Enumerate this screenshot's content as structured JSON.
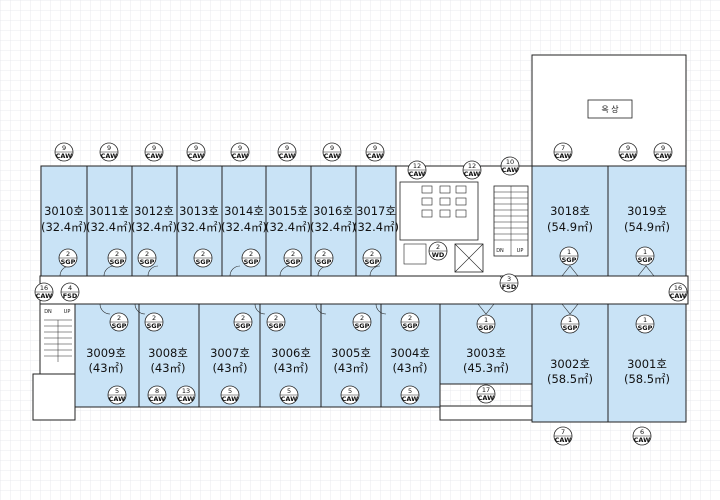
{
  "roof_label": "옥 상",
  "north_rooms": [
    {
      "id": "3010",
      "name": "3010호",
      "area": "(32.4㎡)"
    },
    {
      "id": "3011",
      "name": "3011호",
      "area": "(32.4㎡)"
    },
    {
      "id": "3012",
      "name": "3012호",
      "area": "(32.4㎡)"
    },
    {
      "id": "3013",
      "name": "3013호",
      "area": "(32.4㎡)"
    },
    {
      "id": "3014",
      "name": "3014호",
      "area": "(32.4㎡)"
    },
    {
      "id": "3015",
      "name": "3015호",
      "area": "(32.4㎡)"
    },
    {
      "id": "3016",
      "name": "3016호",
      "area": "(32.4㎡)"
    },
    {
      "id": "3017",
      "name": "3017호",
      "area": "(32.4㎡)"
    }
  ],
  "east_north_rooms": [
    {
      "id": "3018",
      "name": "3018호",
      "area": "(54.9㎡)"
    },
    {
      "id": "3019",
      "name": "3019호",
      "area": "(54.9㎡)"
    }
  ],
  "south_rooms": [
    {
      "id": "3009",
      "name": "3009호",
      "area": "(43㎡)"
    },
    {
      "id": "3008",
      "name": "3008호",
      "area": "(43㎡)"
    },
    {
      "id": "3007",
      "name": "3007호",
      "area": "(43㎡)"
    },
    {
      "id": "3006",
      "name": "3006호",
      "area": "(43㎡)"
    },
    {
      "id": "3005",
      "name": "3005호",
      "area": "(43㎡)"
    },
    {
      "id": "3004",
      "name": "3004호",
      "area": "(43㎡)"
    },
    {
      "id": "3003",
      "name": "3003호",
      "area": "(45.3㎡)"
    },
    {
      "id": "3002",
      "name": "3002호",
      "area": "(58.5㎡)"
    },
    {
      "id": "3001",
      "name": "3001호",
      "area": "(58.5㎡)"
    }
  ],
  "tags": [
    {
      "num": "9",
      "code": "CAW"
    },
    {
      "num": "9",
      "code": "CAW"
    },
    {
      "num": "9",
      "code": "CAW"
    },
    {
      "num": "9",
      "code": "CAW"
    },
    {
      "num": "9",
      "code": "CAW"
    },
    {
      "num": "9",
      "code": "CAW"
    },
    {
      "num": "9",
      "code": "CAW"
    },
    {
      "num": "9",
      "code": "CAW"
    },
    {
      "num": "12",
      "code": "CAW"
    },
    {
      "num": "12",
      "code": "CAW"
    },
    {
      "num": "10",
      "code": "CAW"
    },
    {
      "num": "7",
      "code": "CAW"
    },
    {
      "num": "9",
      "code": "CAW"
    },
    {
      "num": "9",
      "code": "CAW"
    },
    {
      "num": "2",
      "code": "SGP"
    },
    {
      "num": "2",
      "code": "SGP"
    },
    {
      "num": "2",
      "code": "SGP"
    },
    {
      "num": "2",
      "code": "SGP"
    },
    {
      "num": "2",
      "code": "SGP"
    },
    {
      "num": "2",
      "code": "SGP"
    },
    {
      "num": "2",
      "code": "SGP"
    },
    {
      "num": "2",
      "code": "SGP"
    },
    {
      "num": "2",
      "code": "WD"
    },
    {
      "num": "3",
      "code": "FSD"
    },
    {
      "num": "1",
      "code": "SGP"
    },
    {
      "num": "1",
      "code": "SGP"
    },
    {
      "num": "16",
      "code": "CAW"
    },
    {
      "num": "4",
      "code": "FSD"
    },
    {
      "num": "16",
      "code": "CAW"
    },
    {
      "num": "2",
      "code": "SGP"
    },
    {
      "num": "2",
      "code": "SGP"
    },
    {
      "num": "2",
      "code": "SGP"
    },
    {
      "num": "2",
      "code": "SGP"
    },
    {
      "num": "2",
      "code": "SGP"
    },
    {
      "num": "2",
      "code": "SGP"
    },
    {
      "num": "1",
      "code": "SGP"
    },
    {
      "num": "1",
      "code": "SGP"
    },
    {
      "num": "1",
      "code": "SGP"
    },
    {
      "num": "5",
      "code": "CAW"
    },
    {
      "num": "8",
      "code": "CAW"
    },
    {
      "num": "13",
      "code": "CAW"
    },
    {
      "num": "5",
      "code": "CAW"
    },
    {
      "num": "5",
      "code": "CAW"
    },
    {
      "num": "5",
      "code": "CAW"
    },
    {
      "num": "5",
      "code": "CAW"
    },
    {
      "num": "17",
      "code": "CAW"
    },
    {
      "num": "7",
      "code": "CAW"
    },
    {
      "num": "6",
      "code": "CAW"
    }
  ],
  "stair_labels": {
    "dn": "DN",
    "up": "UP"
  },
  "colors": {
    "room": "#c9e3f6",
    "wall": "#222222",
    "grid": "#e2e5ea",
    "background": "#ffffff"
  }
}
